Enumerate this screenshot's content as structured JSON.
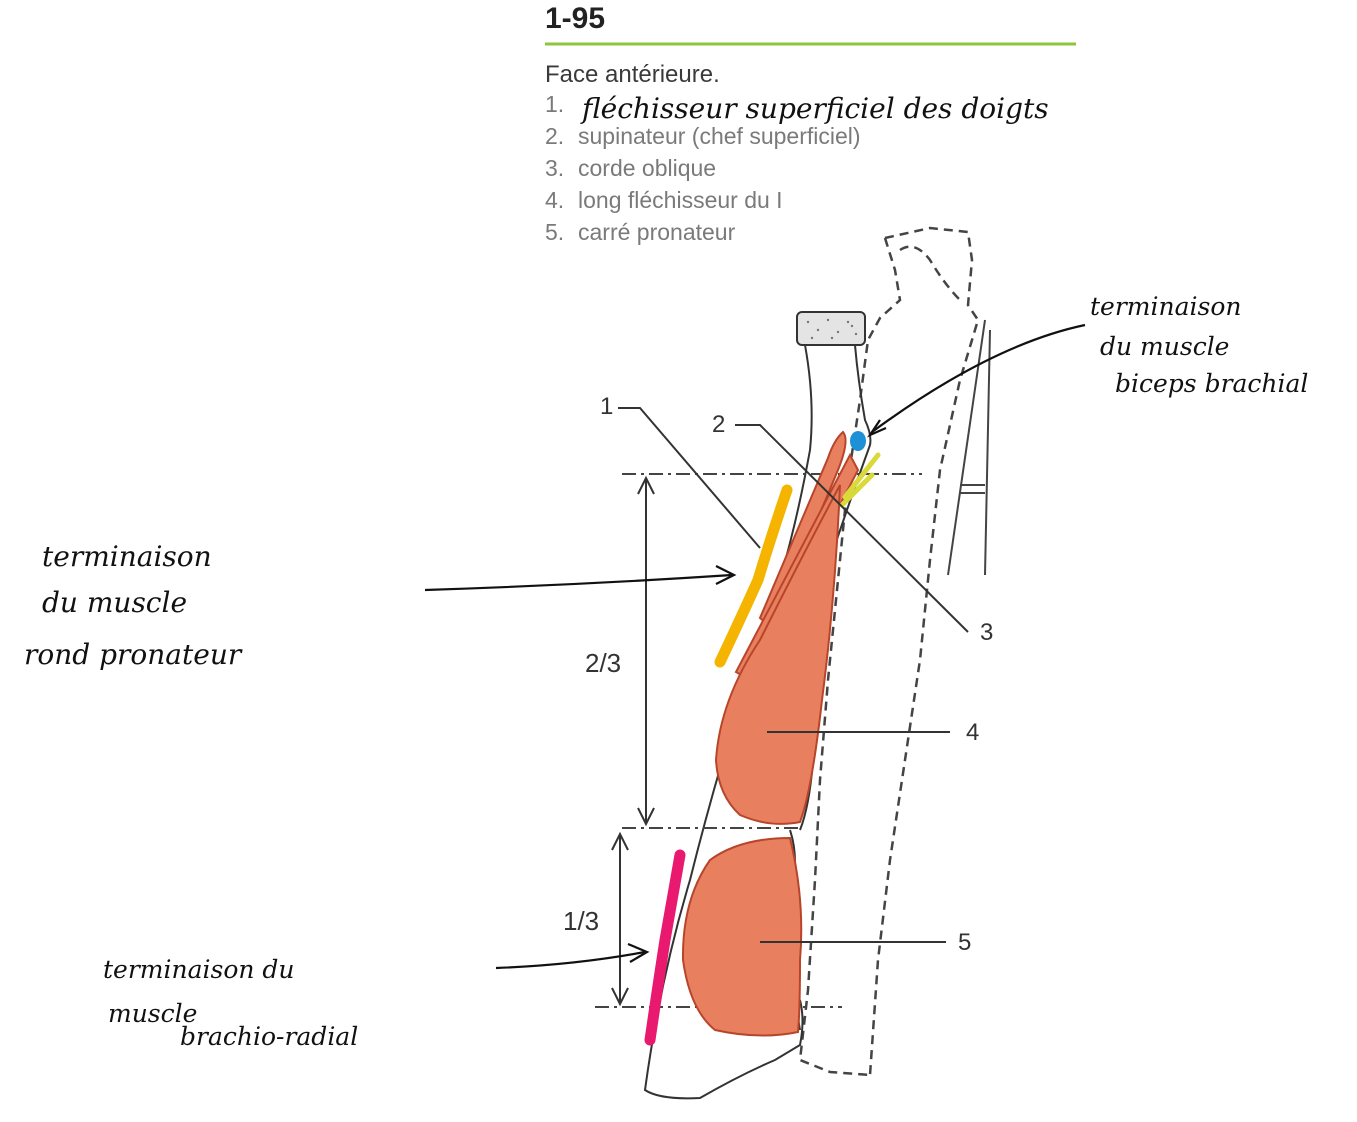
{
  "figure": {
    "number": "1-95",
    "title": "Face antérieure.",
    "legend": [
      {
        "num": "1.",
        "label": ""
      },
      {
        "num": "2.",
        "label": "supinateur (chef superficiel)"
      },
      {
        "num": "3.",
        "label": "corde oblique"
      },
      {
        "num": "4.",
        "label": "long fléchisseur du I"
      },
      {
        "num": "5.",
        "label": "carré pronateur"
      }
    ],
    "handwritten_legend_1": "fléchisseur superficiel des doigts"
  },
  "callouts": {
    "c1": "1",
    "c2": "2",
    "c3": "3",
    "c4": "4",
    "c5": "5"
  },
  "ratios": {
    "upper": "2/3",
    "lower": "1/3"
  },
  "annotations": {
    "biceps": [
      "terminaison",
      "du muscle",
      "biceps brachial"
    ],
    "rond_pronateur": [
      "terminaison",
      "du muscle",
      "rond pronateur"
    ],
    "brachio_radial": [
      "terminaison du",
      "muscle",
      "brachio-radial"
    ]
  },
  "colors": {
    "rule": "#8cc63f",
    "muscle_fill": "#e8805f",
    "muscle_stroke": "#b8452a",
    "rond_pronateur": "#f5b400",
    "brachio_radial": "#e8196e",
    "biceps": "#1e90d6",
    "oblique_cord": "#d9d93a"
  }
}
